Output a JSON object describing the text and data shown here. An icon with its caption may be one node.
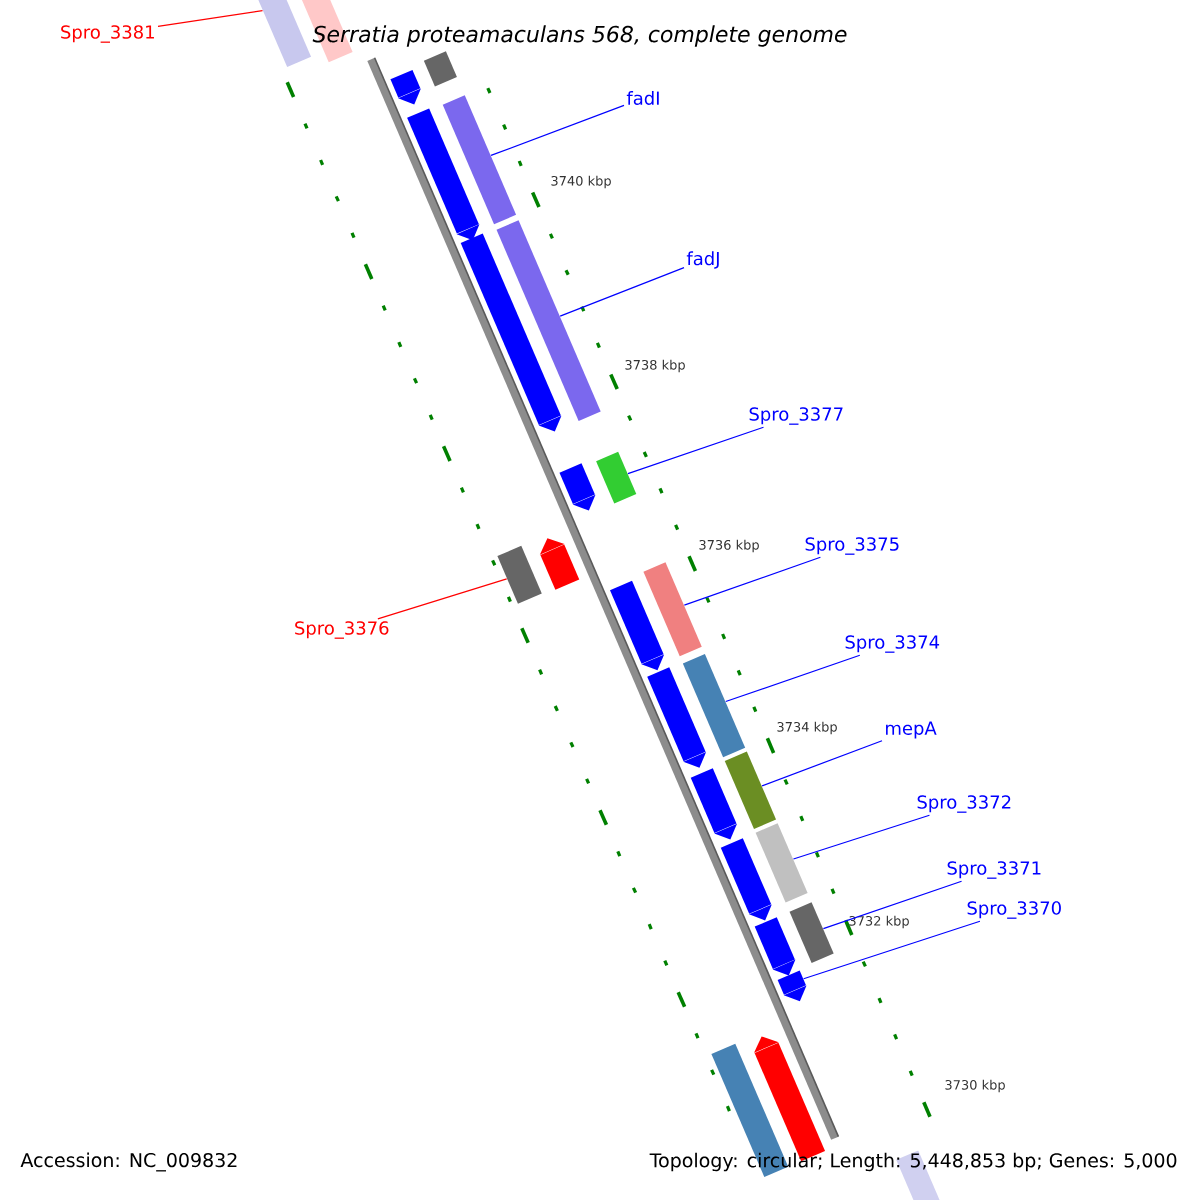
{
  "diagram": {
    "title": "Serratia proteamaculans 568, complete genome",
    "nodes": [
      {
        "text": [
          "Spro_3381"
        ]
      },
      {
        "text": [
          "fadI"
        ]
      },
      {
        "text": [
          "fadJ"
        ]
      },
      {
        "text": [
          "Spro_3377"
        ]
      },
      {
        "text": [
          "Spro_3375"
        ]
      },
      {
        "text": [
          "Spro_3376"
        ]
      },
      {
        "text": [
          "Spro_3374"
        ]
      },
      {
        "text": [
          "mepA"
        ]
      },
      {
        "text": [
          "Spro_3372"
        ]
      },
      {
        "text": [
          "Spro_3371"
        ]
      },
      {
        "text": [
          "Spro_3370"
        ]
      },
      {
        "text": [],
        "shape": "bar"
      },
      {
        "text": [],
        "shape": "bar"
      },
      {
        "text": [],
        "shape": "bar"
      },
      {
        "text": [],
        "shape": "bar"
      },
      {
        "text": [],
        "shape": "bar"
      },
      {
        "text": [],
        "shape": "bar"
      },
      {
        "text": [],
        "shape": "bar"
      },
      {
        "text": [],
        "shape": "bar"
      },
      {
        "text": [],
        "shape": "bar"
      },
      {
        "text": [],
        "shape": "bar"
      },
      {
        "text": [],
        "shape": "bar"
      },
      {
        "text": [],
        "shape": "bar"
      },
      {
        "text": [],
        "shape": "bar"
      },
      {
        "text": [],
        "shape": "bar"
      },
      {
        "text": [],
        "shape": "bar"
      },
      {
        "text": [],
        "shape": "bar"
      },
      {
        "text": [],
        "shape": "bar"
      },
      {
        "text": [],
        "shape": "bar"
      },
      {
        "text": [],
        "shape": "bar"
      },
      {
        "text": [],
        "shape": "bar"
      },
      {
        "text": [],
        "shape": "bar"
      },
      {
        "text": [],
        "shape": "bar"
      },
      {
        "text": [],
        "shape": "bar"
      },
      {
        "text": [],
        "shape": "bar"
      },
      {
        "text": [],
        "shape": "bar"
      },
      {
        "text": [],
        "shape": "bar"
      }
    ],
    "edges": [
      {
        "from": 0,
        "to": 11,
        "arrow": "none",
        "color": "#ff0000"
      },
      {
        "from": 1,
        "to": 12,
        "arrow": "none"
      },
      {
        "from": 2,
        "to": 13,
        "arrow": "none"
      },
      {
        "from": 3,
        "to": 14,
        "arrow": "none"
      },
      {
        "from": 4,
        "to": 16,
        "arrow": "none"
      },
      {
        "from": 5,
        "to": 15,
        "arrow": "none",
        "color": "#ff0000"
      },
      {
        "from": 6,
        "to": 17,
        "arrow": "none"
      },
      {
        "from": 7,
        "to": 18,
        "arrow": "none"
      },
      {
        "from": 8,
        "to": 19,
        "arrow": "none"
      },
      {
        "from": 9,
        "to": 20,
        "arrow": "none"
      },
      {
        "from": 10,
        "to": 21,
        "arrow": "none"
      }
    ],
    "labels": [
      "3740 kbp",
      "3738 kbp",
      "3736 kbp",
      "3734 kbp",
      "3732 kbp",
      "3730 kbp",
      "Accession: NC_009832",
      "Topology: circular; Length: 5,448,853 bp; Genes: 5,000"
    ]
  }
}
